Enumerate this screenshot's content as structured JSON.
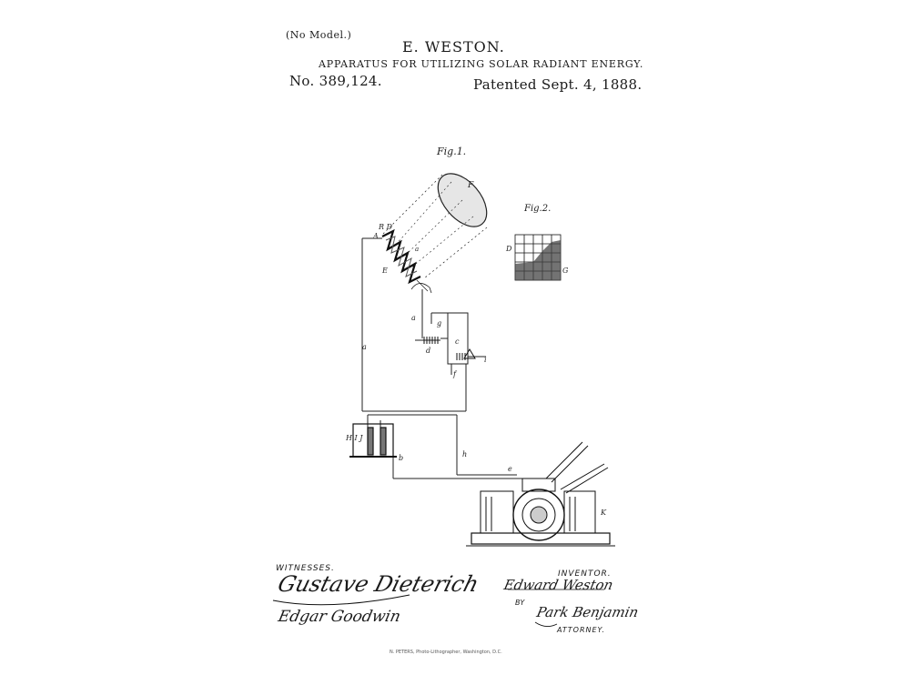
{
  "header": {
    "no_model": "(No Model.)",
    "inventor": "E. WESTON.",
    "title": "APPARATUS FOR UTILIZING SOLAR RADIANT ENERGY.",
    "patent_number": "No. 389,124.",
    "patented_date": "Patented Sept. 4, 1888."
  },
  "figures": {
    "fig1_label": "Fig.1.",
    "fig2_label": "Fig.2."
  },
  "labels": {
    "F": "F",
    "RD": "R D",
    "A": "A",
    "E": "E",
    "a": "a",
    "g": "g",
    "d": "d",
    "c": "c",
    "i": "i",
    "f": "f",
    "a_wire": "a",
    "b": "b",
    "h": "h",
    "HIJ": "H I J",
    "e": "e",
    "K": "K",
    "D": "D",
    "G": "G"
  },
  "footer": {
    "witnesses_label": "WITNESSES.",
    "witness_1": "Gustave Dieterich",
    "witness_2": "Edgar Goodwin",
    "inventor_label": "INVENTOR.",
    "inventor_signature": "Edward Weston",
    "by_label": "BY",
    "attorney_signature": "Park Benjamin",
    "attorney_label": "ATTORNEY.",
    "printer": "N. PETERS, Photo-Lithographer, Washington, D.C."
  }
}
